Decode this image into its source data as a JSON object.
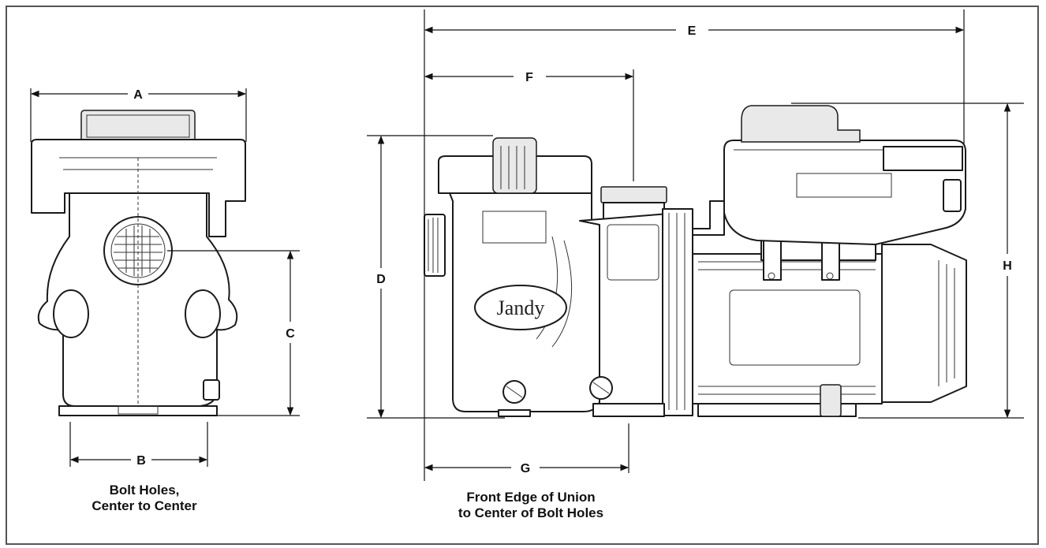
{
  "diagram": {
    "dimension_labels": {
      "A": "A",
      "B": "B",
      "C": "C",
      "D": "D",
      "E": "E",
      "F": "F",
      "G": "G",
      "H": "H"
    },
    "captions": {
      "bolt_holes_line1": "Bolt Holes,",
      "bolt_holes_line2": "Center to Center",
      "union_line1": "Front Edge of Union",
      "union_line2": "to Center of Bolt Holes"
    },
    "brand_logo_text": "Jandy"
  }
}
